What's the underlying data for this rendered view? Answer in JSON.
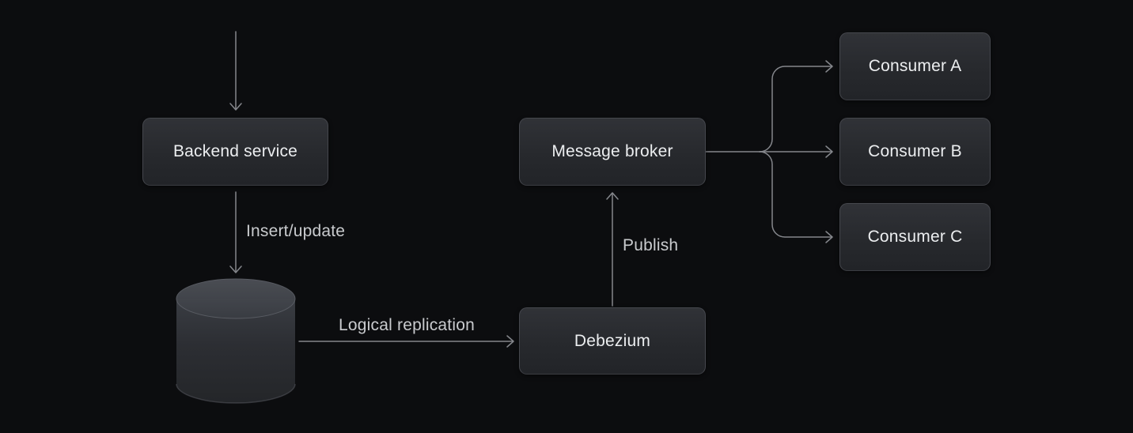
{
  "diagram": {
    "title": "Change data capture pipeline diagram",
    "background_color": "#0c0d0f",
    "line_color": "#85878c",
    "box_border_color": "#45474d",
    "box_background_top": "#303237",
    "box_background_bottom": "#222428",
    "box_text_color": "#eceef0",
    "edge_label_color": "#c9cbce"
  },
  "nodes": {
    "backend_service": {
      "label": "Backend service"
    },
    "database": {
      "icon": "database-cylinder-icon"
    },
    "debezium": {
      "label": "Debezium"
    },
    "message_broker": {
      "label": "Message broker"
    },
    "consumer_a": {
      "label": "Consumer A"
    },
    "consumer_b": {
      "label": "Consumer B"
    },
    "consumer_c": {
      "label": "Consumer C"
    }
  },
  "edge_labels": {
    "insert_update": "Insert/update",
    "logical_replication": "Logical replication",
    "publish": "Publish"
  }
}
